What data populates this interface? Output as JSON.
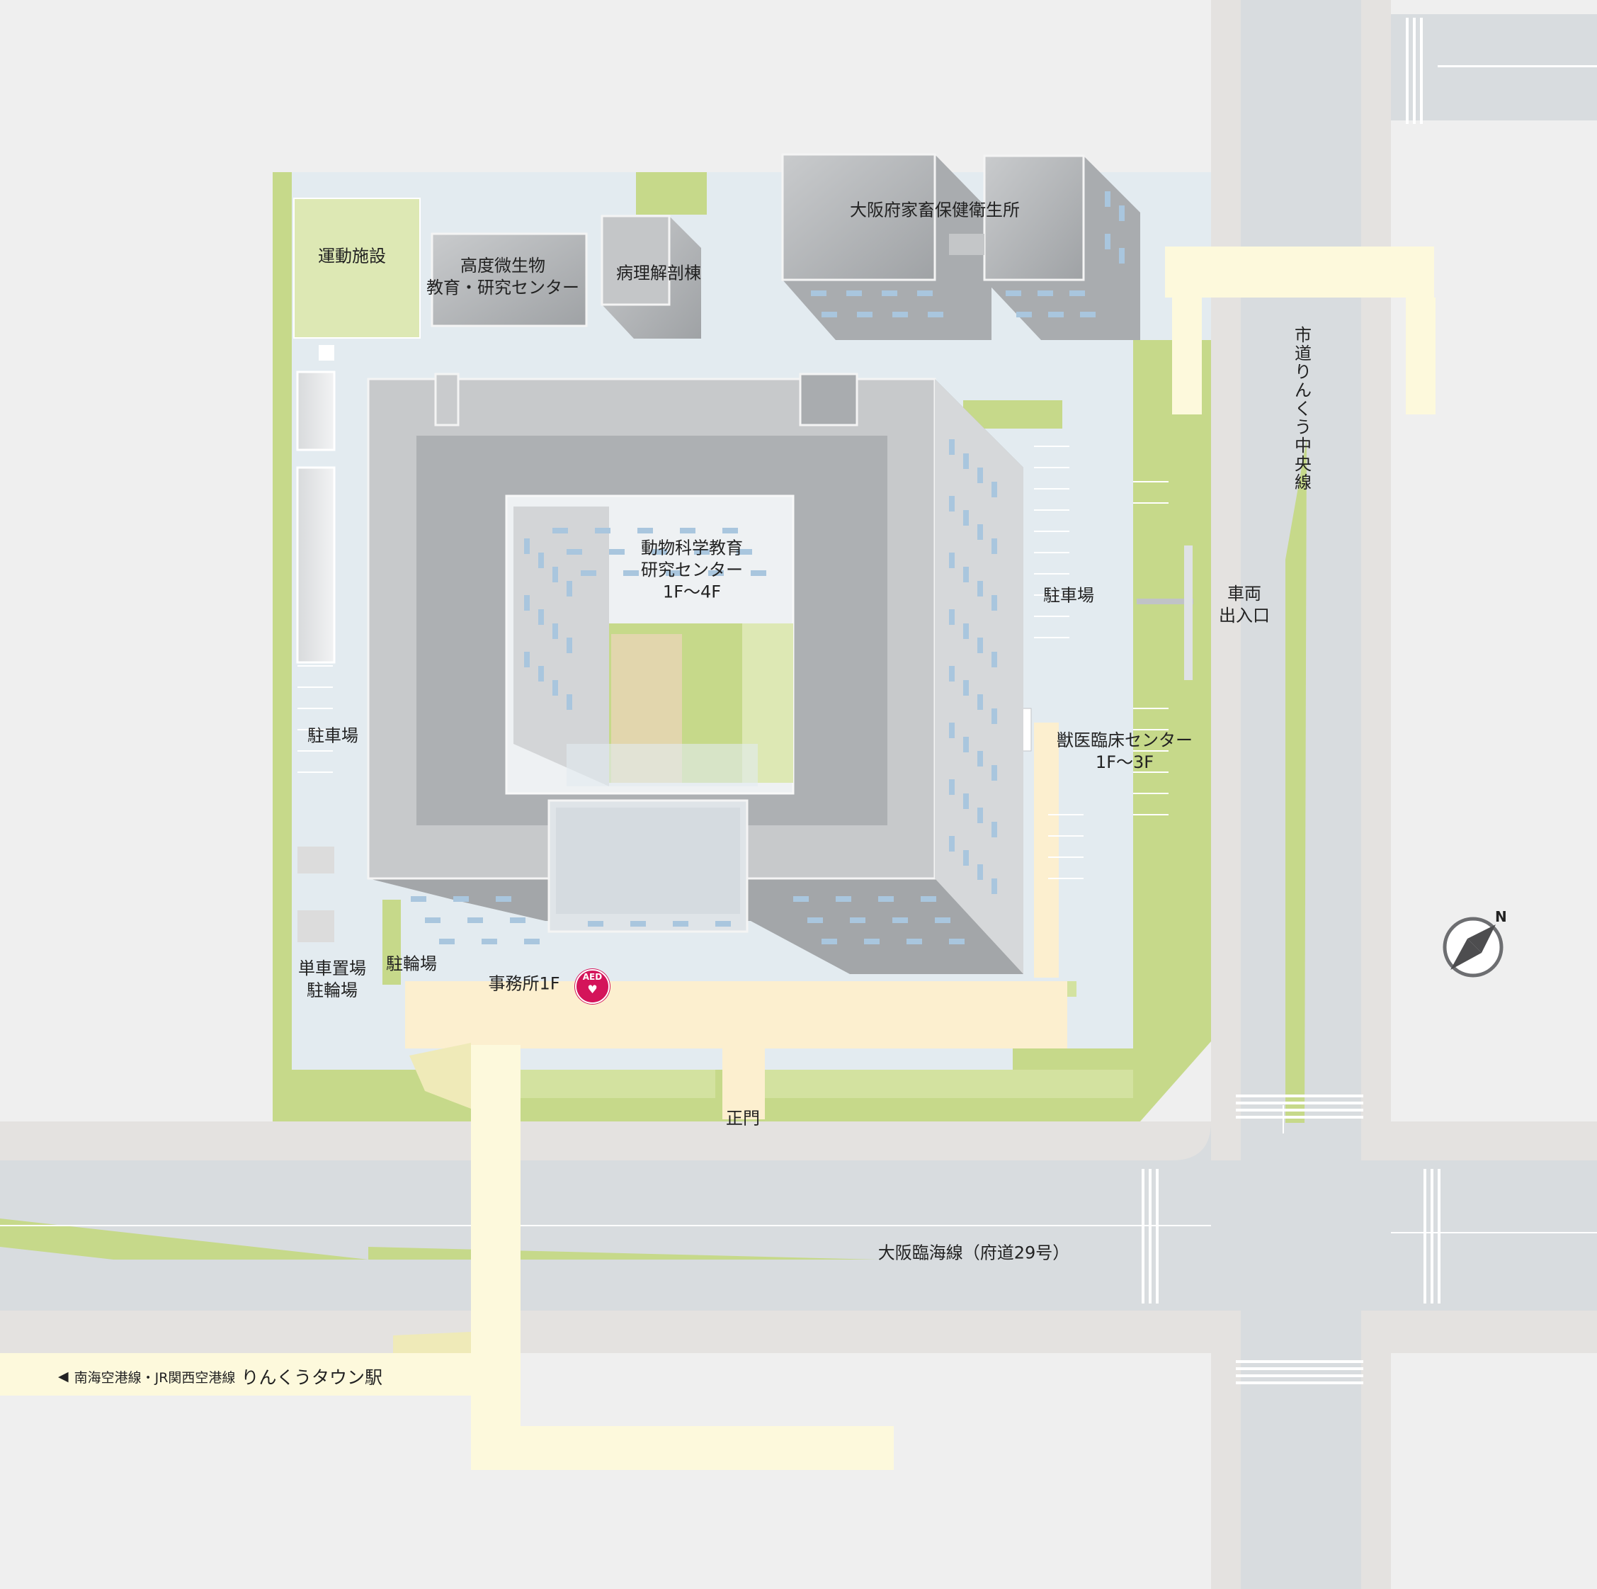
{
  "map": {
    "buildings": {
      "sports": "運動施設",
      "micro": [
        "高度微生物",
        "教育・研究センター"
      ],
      "pathology": "病理解剖棟",
      "livestock": "大阪府家畜保健衛生所",
      "animal_science": [
        "動物科学教育",
        "研究センター",
        "1F〜4F"
      ],
      "vet_clinic": [
        "獣医臨床センター",
        "1F〜3F"
      ],
      "office": "事務所1F"
    },
    "areas": {
      "parking_west": "駐車場",
      "parking_east": "駐車場",
      "bicycle_parking": "駐輪場",
      "bike_area": [
        "単車置場",
        "駐輪場"
      ],
      "vehicle_entrance": [
        "車両",
        "出入口"
      ],
      "main_gate": "正門"
    },
    "roads": {
      "north_south": "市道りんくう中央線",
      "east_west": "大阪臨海線（府道29号）"
    },
    "station": {
      "arrow": "◀",
      "lines": "南海空港線・JR関西空港線",
      "name": "りんくうタウン駅"
    },
    "aed": "AED",
    "compass": "N",
    "colors": {
      "road": "#d8dcdf",
      "sidewalk": "#e4e2e0",
      "green": "#c6d98a",
      "plaza": "#e3ebf0",
      "walkway": "#fcefcf",
      "overpass": "#fdf9dc",
      "building": "#b9bcbf",
      "aed": "#d4145a"
    }
  }
}
